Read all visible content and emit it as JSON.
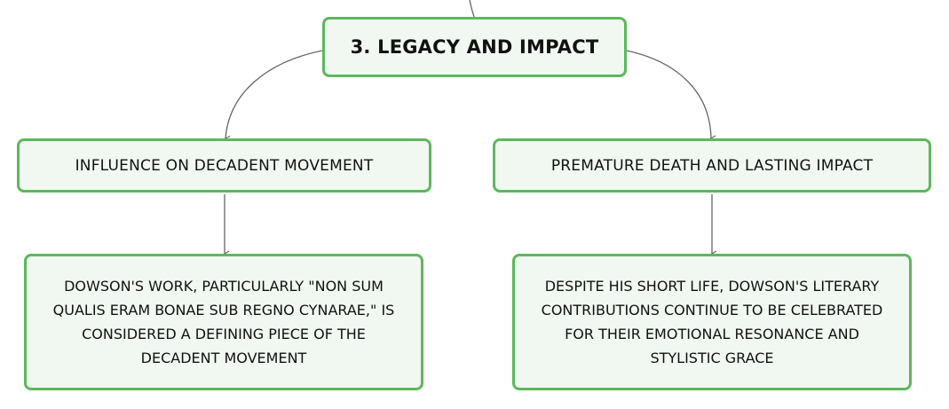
{
  "diagram": {
    "root": {
      "label": "3. LEGACY AND IMPACT"
    },
    "branches": [
      {
        "label": "INFLUENCE ON DECADENT MOVEMENT",
        "detail": "DOWSON'S WORK, PARTICULARLY \"NON SUM QUALIS ERAM BONAE SUB REGNO CYNARAE,\" IS CONSIDERED A DEFINING PIECE OF THE DECADENT MOVEMENT"
      },
      {
        "label": "PREMATURE DEATH AND LASTING IMPACT",
        "detail": "DESPITE HIS SHORT LIFE, DOWSON'S LITERARY CONTRIBUTIONS CONTINUE TO BE CELEBRATED FOR THEIR EMOTIONAL RESONANCE AND STYLISTIC GRACE"
      }
    ],
    "colors": {
      "node_border": "#5cb85c",
      "node_fill": "#f1f8f1",
      "connector": "#666666",
      "text": "#111111"
    }
  }
}
